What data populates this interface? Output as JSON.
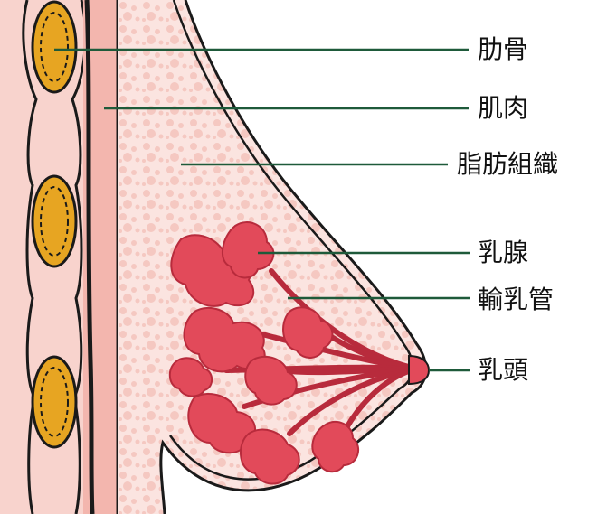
{
  "labels": {
    "rib": "肋骨",
    "muscle": "肌肉",
    "fat": "脂肪組織",
    "gland": "乳腺",
    "duct": "輸乳管",
    "nipple": "乳頭"
  },
  "colors": {
    "skin": "#f7c9c3",
    "skin_light": "#fbe4e0",
    "outline": "#1a1a1a",
    "rib_fill": "#e7a522",
    "gland": "#e24a5a",
    "gland_dark": "#b82b3c",
    "leader": "#1e5a3a",
    "fat_dots": "#f3b8b1"
  }
}
